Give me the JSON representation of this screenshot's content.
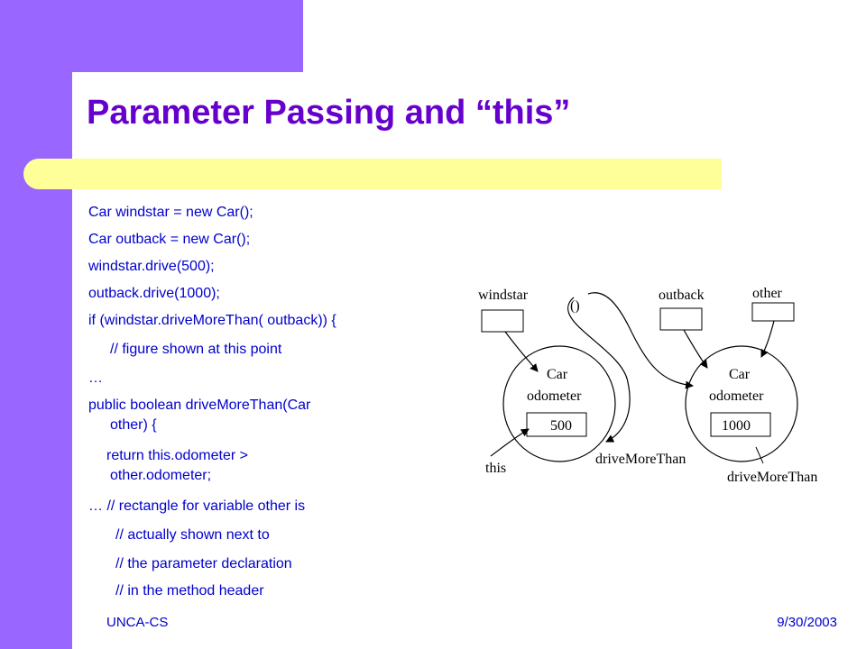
{
  "slide": {
    "title": "Parameter Passing and “this”",
    "code_lines": [
      "Car windstar = new Car();",
      "Car outback = new Car();",
      "windstar.drive(500);",
      "outback.drive(1000);",
      "if (windstar.driveMoreThan( outback)) {",
      "// figure shown at this point",
      "…",
      "public boolean driveMoreThan(Car",
      "other) {",
      "return this.odometer >",
      "other.odometer;",
      "…  // rectangle for variable other is",
      "// actually shown next to",
      "// the parameter declaration",
      "// in the method header"
    ],
    "footer_left": "UNCA-CS",
    "footer_right": "9/30/2003"
  },
  "figure": {
    "windstar_label": "windstar",
    "outback_label": "outback",
    "other_label": "other",
    "paren_label": "()",
    "this_label": "this",
    "objects": [
      {
        "class_label": "Car",
        "field_label": "odometer",
        "value": "500",
        "method_label": "driveMoreThan"
      },
      {
        "class_label": "Car",
        "field_label": "odometer",
        "value": "1000",
        "method_label": "driveMoreThan"
      }
    ]
  },
  "colors": {
    "band": "#9966ff",
    "title": "#6600cc",
    "bar": "#ffff99",
    "text": "#0000cc"
  }
}
